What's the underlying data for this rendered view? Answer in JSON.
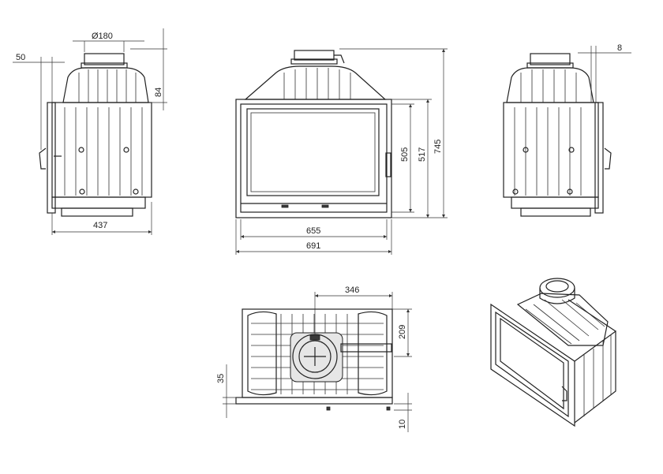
{
  "dimensions": {
    "flue_diameter": "Ø180",
    "side_offset_left": "50",
    "top_height": "84",
    "depth": "437",
    "glass_width": "655",
    "total_width": "691",
    "glass_height": "505",
    "door_height": "517",
    "total_height": "745",
    "side_offset_right": "8",
    "flue_offset": "346",
    "flue_depth": "209",
    "bottom_offset": "35",
    "plate_thickness": "10"
  },
  "colors": {
    "line": "#222222",
    "dark_fill": "#3a3a3a",
    "light_fill": "#e6e6e6"
  }
}
